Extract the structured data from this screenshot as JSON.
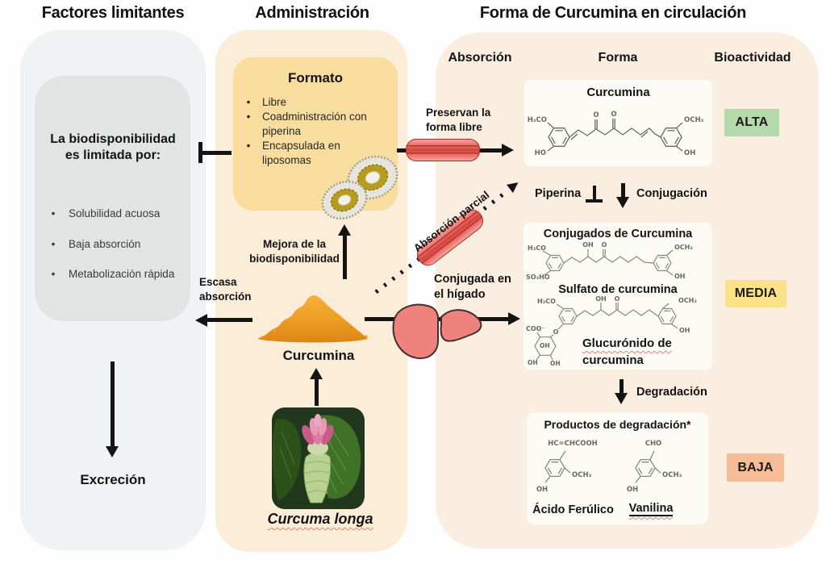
{
  "headers": {
    "left": "Factores limitantes",
    "middle": "Administración",
    "right": "Forma de Curcumina en circulación"
  },
  "left_panel": {
    "box_title_lines": [
      "La biodisponibilidad",
      "es limitada por:"
    ],
    "bullets": [
      "Solubilidad acuosa",
      "Baja absorción",
      "Metabolización rápida"
    ],
    "excretion": "Excreción"
  },
  "middle_panel": {
    "formato_title": "Formato",
    "formato_bullets": [
      "Libre",
      "Coadministración con piperina",
      "Encapsulada en liposomas"
    ],
    "mejora_lines": [
      "Mejora de la",
      "biodisponibilidad"
    ],
    "powder_label": "Curcumina",
    "plant_label": "Curcuma longa"
  },
  "flow": {
    "escasa_lines": [
      "Escasa",
      "absorción"
    ],
    "preservan_lines": [
      "Preservan la",
      "forma libre"
    ],
    "absorcion_parcial": "Absorción parcial",
    "conjugada_lines": [
      "Conjugada en",
      "el hígado"
    ],
    "piperina": "Piperina",
    "conjugacion": "Conjugación",
    "degradacion": "Degradación"
  },
  "right_panel": {
    "columns": [
      "Absorción",
      "Forma",
      "Bioactividad"
    ],
    "curcumina_card_title": "Curcumina",
    "conjugados_card_title": "Conjugados de Curcumina",
    "sulfato_label": "Sulfato de curcumina",
    "glucuronido_lines": [
      "Glucurónido de",
      "curcumina"
    ],
    "productos_card_title": "Productos de degradación*",
    "ferulico_label": "Ácido Ferúlico",
    "vanilina_label": "Vanilina",
    "badges": [
      {
        "label": "ALTA",
        "bg": "#b6d9ac"
      },
      {
        "label": "MEDIA",
        "bg": "#fbe288"
      },
      {
        "label": "BAJA",
        "bg": "#f4bd98"
      }
    ]
  },
  "chem": {
    "h3co": "H₃CO",
    "ho": "HO",
    "och3": "OCH₃",
    "oh": "OH",
    "o": "O",
    "so3ho": "SO₃HO",
    "coo": "COO⁻",
    "ferulic_chain": "HC=CHCOOH",
    "cho": "CHO"
  },
  "colors": {
    "left_panel_bg": "#f0f3f3",
    "left_inner_bg": "#e2e3e3",
    "middle_panel_bg": "#fcedd9",
    "formato_bg": "#f8dd9e",
    "right_panel_bg": "#faeee1",
    "vessel_red": "#e2554e",
    "liver_pink": "#f0827d",
    "powder_orange": "#eda22b",
    "arrow_black": "#141414"
  }
}
